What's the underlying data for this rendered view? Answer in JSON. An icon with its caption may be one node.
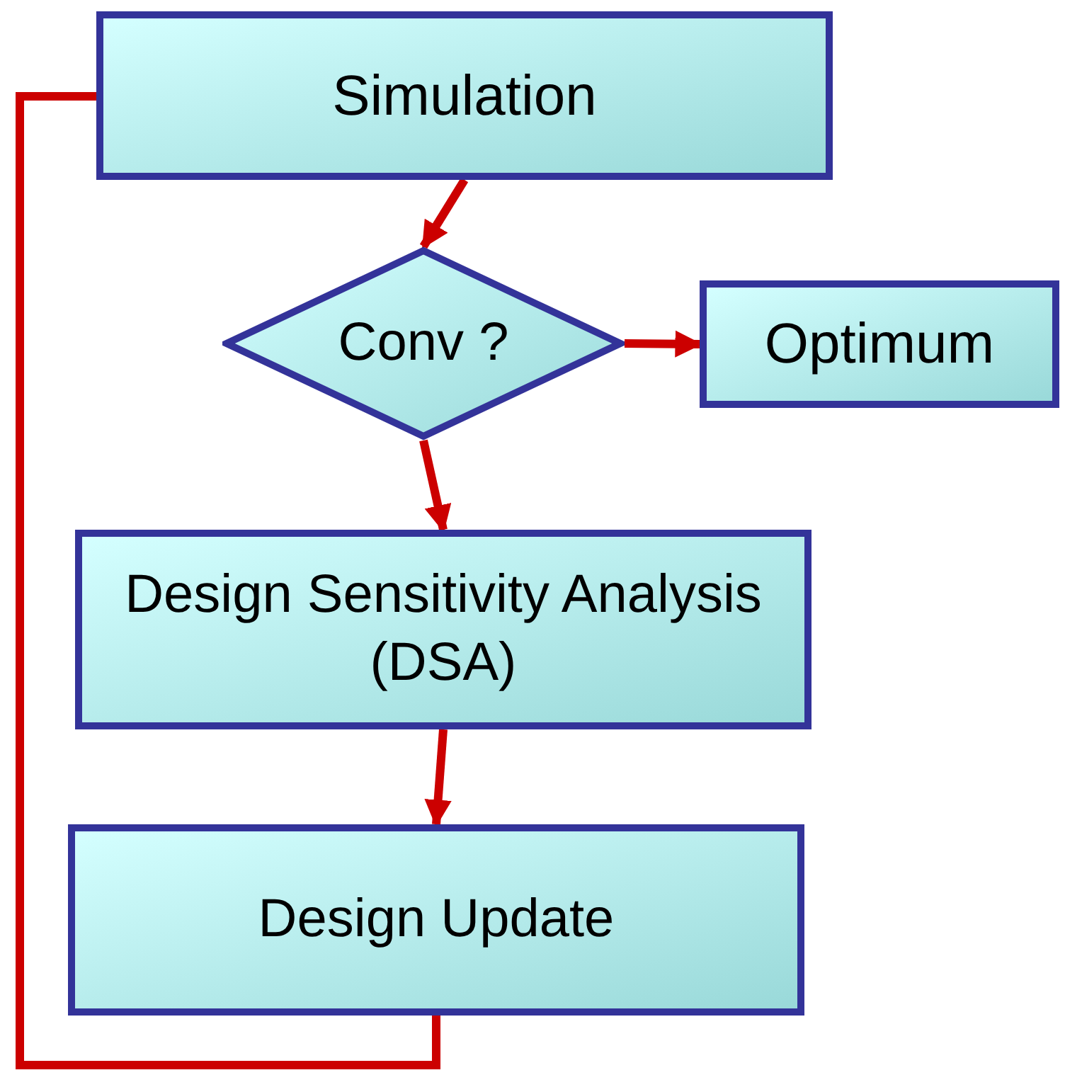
{
  "diagram": {
    "nodes": [
      {
        "text": [
          "Simulation"
        ]
      },
      {
        "text": [
          "Conv ?"
        ]
      },
      {
        "text": [
          "Optimum"
        ]
      },
      {
        "text": [
          "Design Sensitivity Analysis (DSA)"
        ]
      },
      {
        "text": [
          "Design Update"
        ]
      }
    ],
    "edges": [
      {
        "from": 0,
        "to": 1,
        "arrow": "to"
      },
      {
        "from": 1,
        "to": 2,
        "arrow": "to"
      },
      {
        "from": 1,
        "to": 3,
        "arrow": "to"
      },
      {
        "from": 3,
        "to": 4,
        "arrow": "to"
      },
      {
        "from": 4,
        "to": 0,
        "arrow": "none"
      }
    ]
  }
}
